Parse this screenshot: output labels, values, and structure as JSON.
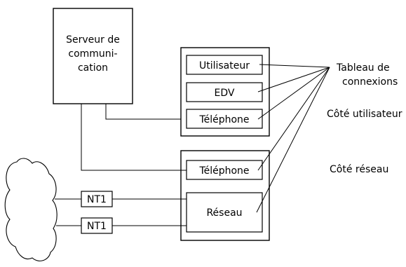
{
  "server": {
    "label_lines": [
      "Serveur de",
      "communi-",
      "cation"
    ]
  },
  "user_side_panel": {
    "utilisateur": "Utilisateur",
    "edv": "EDV",
    "telephone": "Téléphone"
  },
  "network_side_panel": {
    "telephone": "Téléphone",
    "reseau": "Réseau"
  },
  "nt1_devices": [
    "NT1",
    "NT1"
  ],
  "labels": {
    "tableau_de_connexions": [
      "Tableau de",
      "connexions"
    ],
    "cote_utilisateur": "Côté utilisateur",
    "cote_reseau": "Côté réseau"
  },
  "colors": {
    "line": "#000000",
    "background": "#ffffff"
  }
}
